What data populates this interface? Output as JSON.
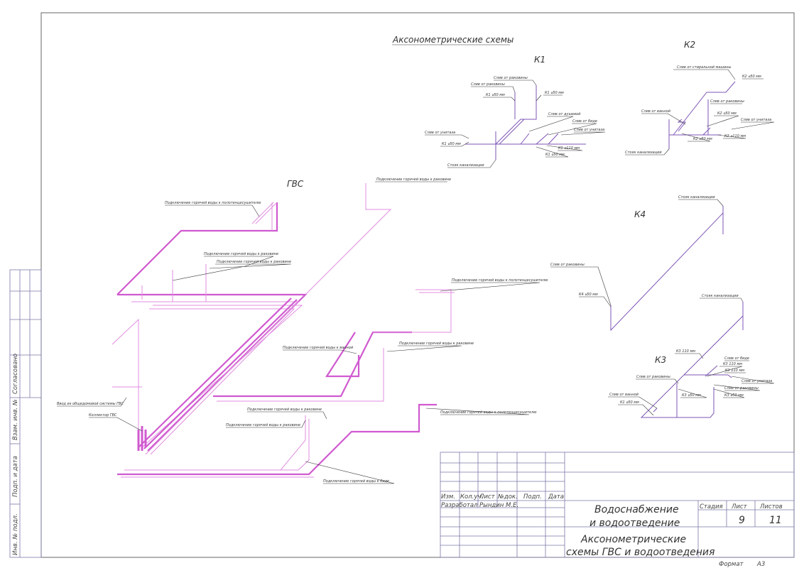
{
  "title": "Аксонометрические схемы",
  "sections": {
    "gvs": "ГВС",
    "k1": "К1",
    "k2": "К2",
    "k3": "К3",
    "k4": "К4"
  },
  "k1": {
    "labels": [
      "Слив от раковины",
      "Слив от раковины",
      "К1 ⌀50 мм",
      "К1 ⌀50 мм",
      "Слив от душевой",
      "Слив от биде",
      "Слив от унитаза",
      "Слив от унитаза",
      "К1 ⌀50 мм",
      "К1 ⌀110 мм",
      "К1 ⌀50 мм",
      "Стояк канализации"
    ]
  },
  "k2": {
    "labels": [
      "Слив от стиральной машины",
      "К2 ⌀50 мм",
      "Слив от раковины",
      "Слив от ванной",
      "К2 ⌀50 мм",
      "Слив от унитаза",
      "К2 ⌀50 мм",
      "К2 ⌀110 мм",
      "Стояк канализации"
    ]
  },
  "k4": {
    "labels": [
      "Стояк канализации",
      "Слив от раковины",
      "К4 ⌀50 мм"
    ]
  },
  "k3": {
    "labels": [
      "Стояк канализации",
      "К3 110 мм",
      "Слив от биде",
      "К3 110 мм",
      "К3 110 мм",
      "Слив от раковины",
      "Слив от унитаза",
      "Слив от раковины",
      "К3 ⌀50 мм",
      "К3 ⌀50 мм",
      "Слив от ванной",
      "К1 ⌀50 мм"
    ]
  },
  "gvs": {
    "labels": [
      "Подключение горячей воды к полотенцесушителю",
      "Подключение горячей воды к раковине",
      "Подключение горячей воды к раковине",
      "Подключение горячей воды к раковине",
      "Подключение горячей воды к полотенцесушителю",
      "Подключение горячей воды к ванной",
      "Подключение горячей воды к раковине",
      "Ввод из общедомовой системы ГВС",
      "Коллектор ГВС",
      "Подключение горячей воды к раковине",
      "Подключение горячей воды к раковине",
      "Подключение горячей воды к полотенцесушителю",
      "Подключение горячей воды к биде"
    ]
  },
  "side_stamp": {
    "agreed": "Согласовано",
    "replace_inv": "Взам. инв. №",
    "sign_date": "Подп. и дата",
    "inv_orig": "Инв. № подл."
  },
  "title_block": {
    "headers": [
      "Изм.",
      "Кол.уч.",
      "Лист",
      "№док.",
      "Подп.",
      "Дата"
    ],
    "developed_label": "Разработал",
    "developer": "Рындин М.Е.",
    "project_line1": "Водоснабжение",
    "project_line2": "и водоотведение",
    "sheet_line1": "Аксонометрические",
    "sheet_line2": "схемы ГВС и водоотведения",
    "stage_label": "Стадия",
    "sheet_label": "Лист",
    "sheets_label": "Листов",
    "sheet": "9",
    "sheets": "11",
    "format_label": "Формат",
    "format": "А3"
  },
  "colors": {
    "hot_water": "#d05ad0",
    "sewer": "#7d55b5"
  }
}
